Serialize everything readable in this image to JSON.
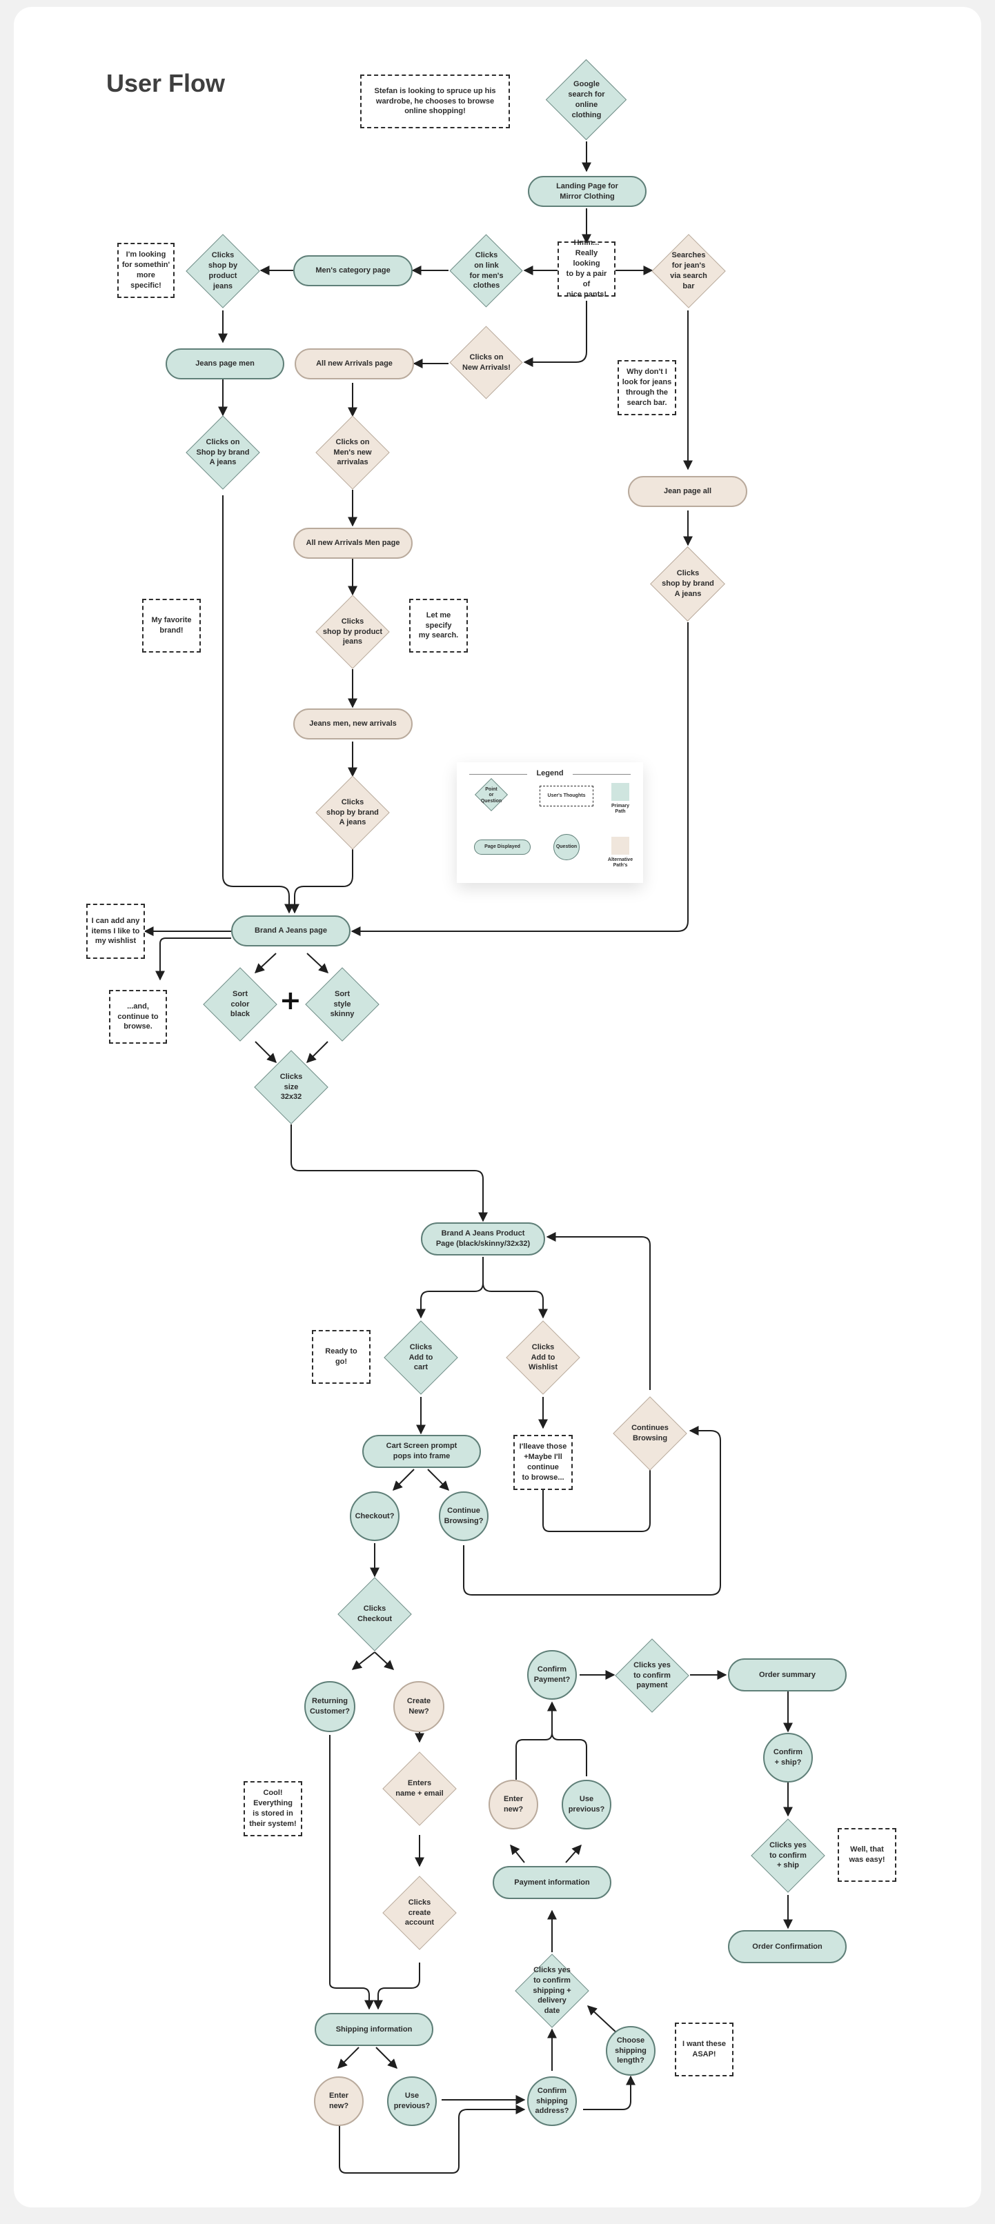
{
  "title": "User Flow",
  "colors": {
    "primary_fill": "#cfe5df",
    "alternative_fill": "#f0e6dc",
    "primary_border": "#5f7f78",
    "alternative_border": "#b9aa9c",
    "line": "#1f1f1f"
  },
  "plus": "+",
  "legend": {
    "title": "Legend",
    "point_or_question": "Point\nor\nQuestion",
    "users_thoughts": "User's Thoughts",
    "primary_path": "Primary\nPath",
    "page_displayed": "Page Displayed",
    "question": "Question",
    "alternative_paths": "Alternative\nPath's"
  },
  "nodes": {
    "google_search": "Google\nsearch for\nonline\nclothing",
    "landing_page": "Landing Page for\nMirror Clothing",
    "hmm": "Hmm...\nReally looking\nto by a pair of\nnice pants!",
    "clicks_mens_link": "Clicks\non link\nfor men's\nclothes",
    "mens_category": "Men's category page",
    "clicks_shop_product_jeans": "Clicks\nshop by\nproduct\njeans",
    "searches_jeans": "Searches\nfor jean's\nvia search\nbar",
    "clicks_new_arrivals": "Clicks on\nNew Arrivals!",
    "all_new_arrivals": "All new Arrivals page",
    "jeans_page_men": "Jeans page men",
    "clicks_brand_a_left": "Clicks on\nShop by brand\nA jeans",
    "clicks_mens_new_arrivals": "Clicks on\nMen's new\narrivalas",
    "all_new_arrivals_men": "All new Arrivals Men page",
    "clicks_shop_product_jeans_2": "Clicks\nshop by product\njeans",
    "jeans_men_new_arrivals": "Jeans men, new arrivals",
    "clicks_shop_brand_a_mid": "Clicks\nshop by brand\nA jeans",
    "jean_page_all": "Jean page all",
    "clicks_shop_brand_a_right": "Clicks\nshop by brand\nA jeans",
    "brand_a_jeans_page": "Brand A Jeans page",
    "sort_color": "Sort\ncolor\nblack",
    "sort_style": "Sort\nstyle\nskinny",
    "clicks_size": "Clicks\nsize\n32x32",
    "product_page": "Brand A Jeans Product\nPage (black/skinny/32x32)",
    "clicks_add_cart": "Clicks\nAdd to\ncart",
    "clicks_add_wishlist": "Clicks\nAdd to\nWishlist",
    "continues_browsing": "Continues\nBrowsing",
    "cart_prompt": "Cart Screen prompt\npops into frame",
    "checkout_q": "Checkout?",
    "continue_browsing_q": "Continue\nBrowsing?",
    "clicks_checkout": "Clicks\nCheckout",
    "returning_customer": "Returning\nCustomer?",
    "create_new": "Create\nNew?",
    "enters_name_email": "Enters\nname + email",
    "clicks_create_account": "Clicks\ncreate\naccount",
    "shipping_info": "Shipping information",
    "enter_new_ship": "Enter\nnew?",
    "use_previous_ship": "Use\nprevious?",
    "confirm_shipping_address": "Confirm\nshipping\naddress?",
    "choose_shipping_length": "Choose\nshipping\nlength?",
    "clicks_yes_shipping": "Clicks yes\nto confirm\nshipping +\ndelivery\ndate",
    "payment_info": "Payment information",
    "enter_new_pay": "Enter\nnew?",
    "use_previous_pay": "Use\nprevious?",
    "confirm_payment": "Confirm\nPayment?",
    "clicks_yes_payment": "Clicks yes\nto confirm\npayment",
    "order_summary": "Order summary",
    "confirm_ship": "Confirm\n+ ship?",
    "clicks_yes_confirm_ship": "Clicks yes\nto confirm\n+ ship",
    "order_confirmation": "Order Confirmation"
  },
  "thoughts": {
    "stefan": "Stefan is looking to spruce up his\nwardrobe, he chooses to browse\nonline shopping!",
    "looking_for": "I'm looking\nfor somethin'\nmore\nspecific!",
    "why_dont": "Why don't I\nlook for jeans\nthrough the\nsearch bar.",
    "favorite_brand": "My favorite\nbrand!",
    "let_me_specify": "Let me specify\nmy search.",
    "wishlist": "I can add any\nitems I like to\nmy wishlist",
    "and_continue": "...and,\ncontinue to\nbrowse.",
    "ready": "Ready to\ngo!",
    "leave_those": "I'lleave those\n+Maybe I'll\ncontinue\nto browse...",
    "cool": "Cool!\nEverything\nis stored in\ntheir system!",
    "asap": "I want these\nASAP!",
    "easy": "Well, that\nwas easy!"
  }
}
